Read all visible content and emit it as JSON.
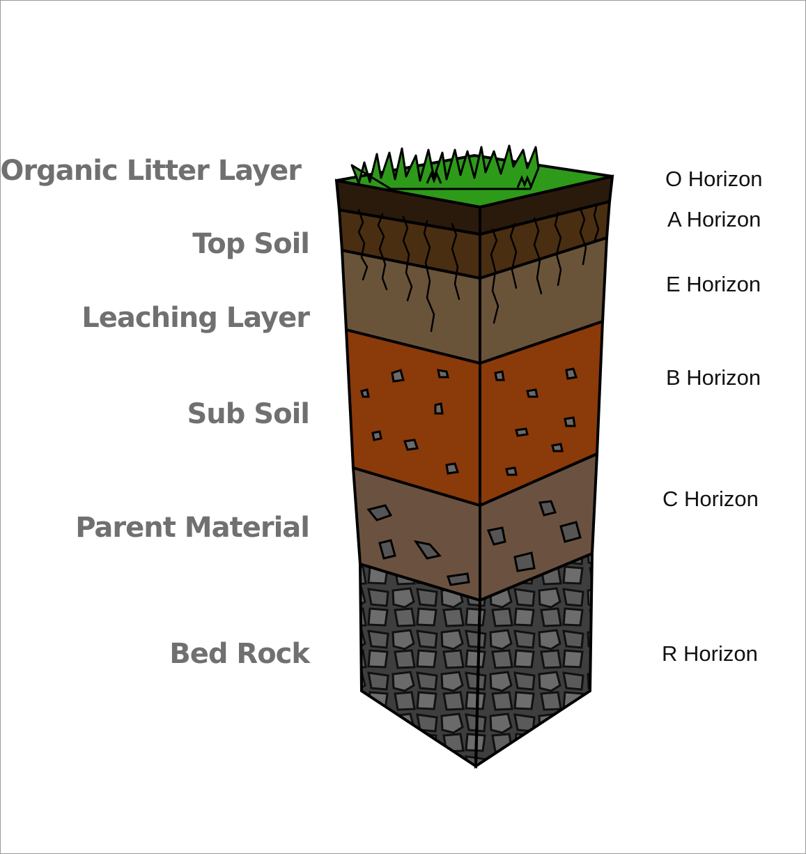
{
  "layers": [
    {
      "name": "Organic Litter Layer",
      "horizon": "O Horizon"
    },
    {
      "name": "Top Soil",
      "horizon": "A Horizon"
    },
    {
      "name": "Leaching Layer",
      "horizon": "E Horizon"
    },
    {
      "name": "Sub Soil",
      "horizon": "B Horizon"
    },
    {
      "name": "Parent Material",
      "horizon": "C Horizon"
    },
    {
      "name": "Bed Rock",
      "horizon": "R Horizon"
    }
  ],
  "colors": {
    "grass": "#2e9a1a",
    "organic": "#2a1a0c",
    "topsoil": "#4a2e12",
    "leaching": "#6a5439",
    "subsoil": "#8b3a0a",
    "parent": "#6b5240",
    "bedrock": "#4a4a4a",
    "rock_light": "#666666",
    "label_gray": "#707070"
  }
}
